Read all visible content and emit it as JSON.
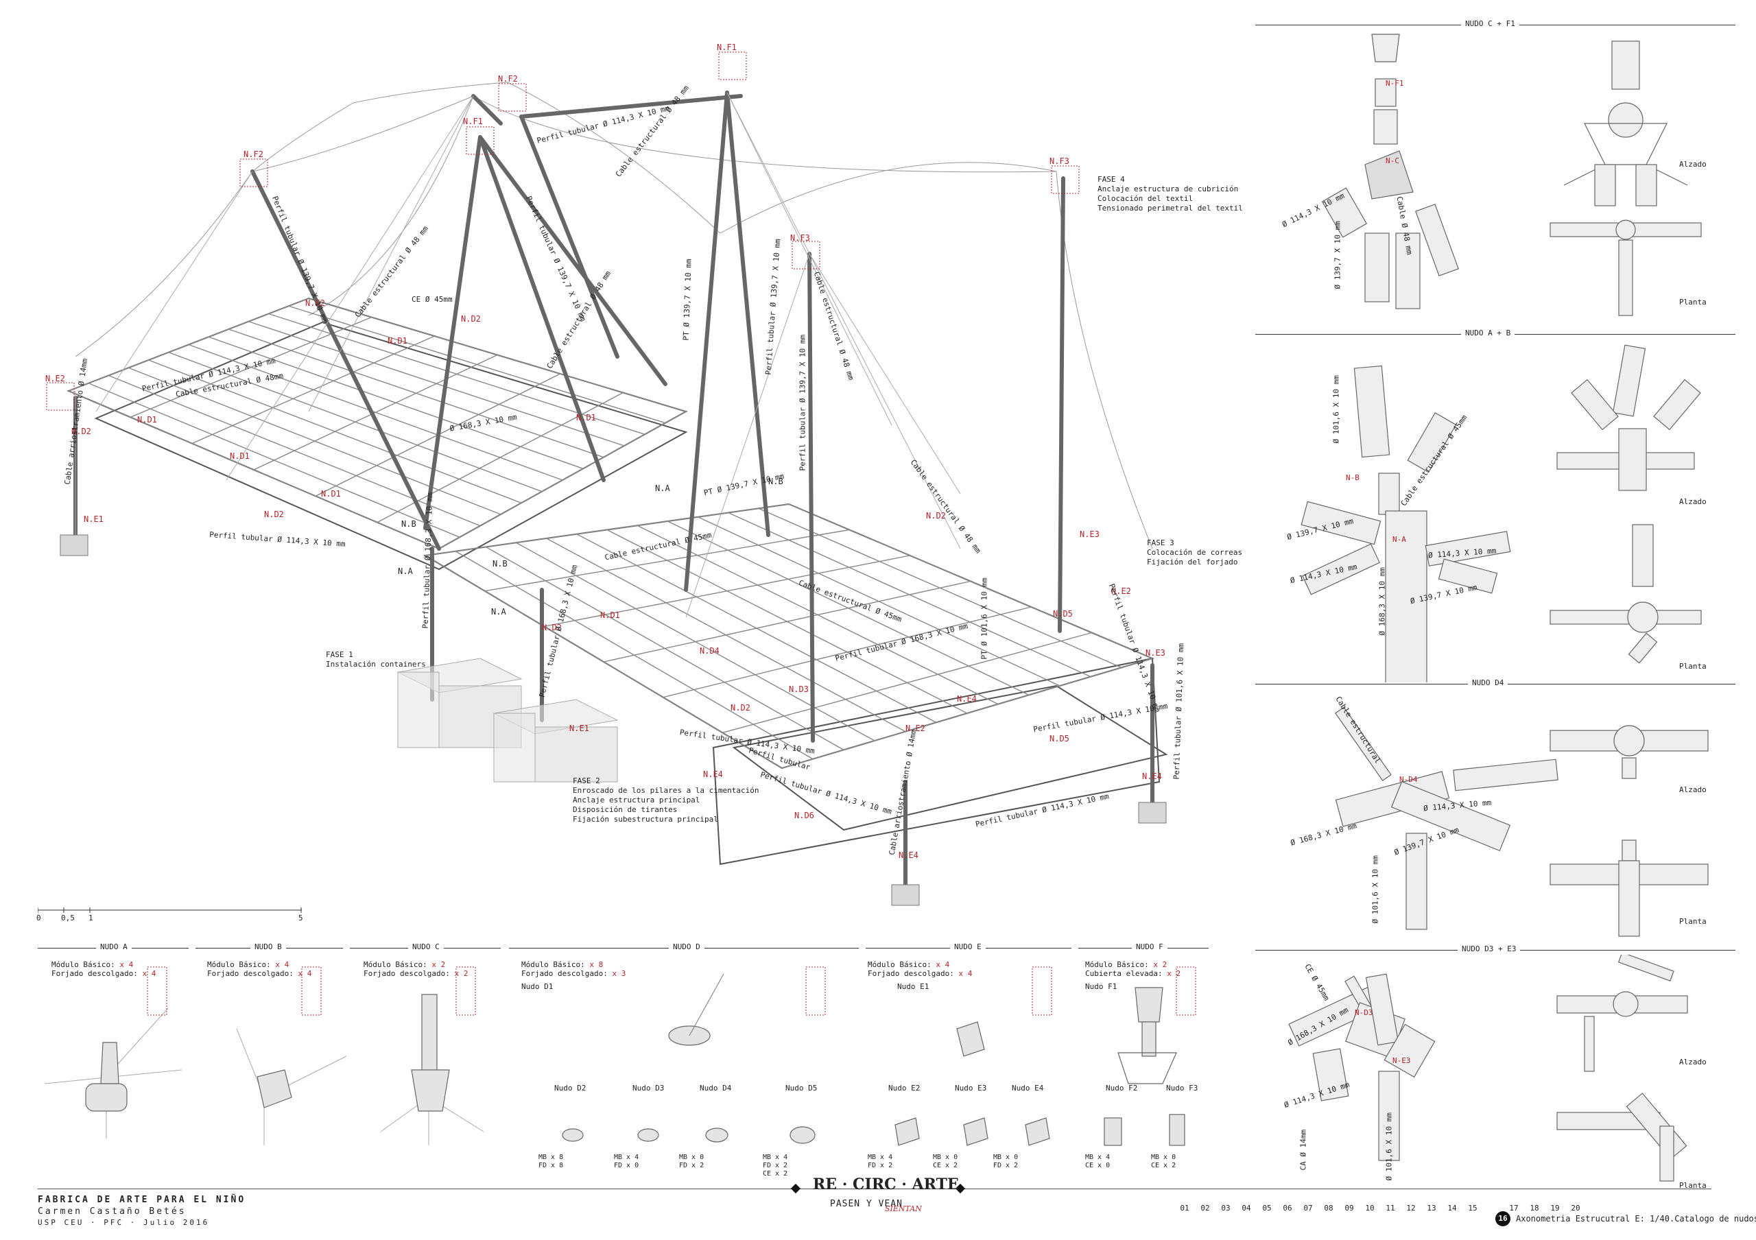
{
  "axonometry": {
    "nodes": [
      "N.F2",
      "N.F1",
      "N.F2",
      "N.F1",
      "N.F3",
      "N.F3",
      "N.E2",
      "N.E2",
      "N.D1",
      "N.D2",
      "N.D1",
      "N.D1",
      "N.D1",
      "N.D1",
      "N.D2",
      "N.D2",
      "N.E1",
      "N.B",
      "N.B",
      "N.A",
      "N.A",
      "N.A",
      "N.B",
      "N.D2",
      "N.D1",
      "N.D4",
      "N.D3",
      "N.D2",
      "N.E1",
      "N.E4",
      "N.D6",
      "N.E3",
      "N.E2",
      "N.D5",
      "N.E4",
      "N.E4",
      "N.D2",
      "N.E2",
      "N.E4",
      "N.D5",
      "N.E3"
    ],
    "dims": [
      "Perfil tubular Ø 114,3 X 10 mm",
      "Perfil tubular Ø 139,7 X 10 mm",
      "Cable estructural Ø 48 mm",
      "Perfil tubular Ø 139,7 X 10 mm",
      "Cable estructural Ø 48 mm",
      "PT Ø 139,7 X 10 mm",
      "Perfil tubular Ø 139,7 X 10 mm",
      "Cable estructural Ø 48 mm",
      "CE Ø 45mm",
      "Cable estructural Ø 48 mm",
      "Perfil tubular Ø 139,7 X 10 mm",
      "Perfil tubular Ø 114,3 X 10 mm",
      "Cable estructural Ø 48mm",
      "Perfil tubular Ø 168,3 X 10 mm",
      "Perfil tubular Ø 114,3 X 10 mm",
      "Ø 168,3 X 10 mm",
      "PT Ø 139,7 X 10 mm",
      "Perfil tubular Ø 168,3 X 10 mm",
      "Cable estructural Ø 45mm",
      "Cable estructural Ø 48 mm",
      "Perfil tubular Ø 168,3 X 10 mm",
      "PT Ø 101,6 X 10 mm",
      "Perfil tubular Ø 114,3 X 10 mm",
      "Perfil tubular Ø 114,3 X 10 mm",
      "Cable estructural Ø 45mm",
      "Perfil tubular Ø 114,3 X 10 mm",
      "Perfil tubular Ø 101,6 X 10 mm",
      "Cable arriostramiento Ø 14mm",
      "Perfil tubular Ø 114,3 X 10 mm",
      "Cable arriostramiento Ø 14mm",
      "Perfil tubular Ø 114,3 X 10 mm",
      "Perfil tubular"
    ],
    "phase4": [
      "FASE 4",
      "Anclaje estructura de cubrición",
      "Colocación del textil",
      "Tensionado perimetral del textil"
    ],
    "phase3": [
      "FASE 3",
      "Colocación de correas",
      "Fijación del forjado"
    ],
    "phase1": [
      "FASE 1",
      "Instalación containers"
    ],
    "phase2": [
      "FASE 2",
      "Enroscado de los pilares a la cimentación",
      "Anclaje estructura principal",
      "Disposición de tirantes",
      "Fijación subestructura principal"
    ]
  },
  "scale_bar": {
    "ticks": [
      "0",
      "0,5",
      "1",
      "5"
    ]
  },
  "right_panels": [
    {
      "title": "NUDO C + F1",
      "views": [
        "Alzado",
        "Planta"
      ],
      "labels": [
        "Ø 114,3 X 10 mm",
        "Ø 139,7 X 10 mm",
        "Cable Ø 48 mm",
        "N-F1",
        "N-C"
      ]
    },
    {
      "title": "NUDO A + B",
      "views": [
        "Alzado",
        "Planta"
      ],
      "labels": [
        "Ø 101,6 X 10 mm",
        "Cable estructural Ø 45mm",
        "Ø 139,7 X 10 mm",
        "Ø 114,3 X 10 mm",
        "Ø 168,3 X 10 mm",
        "Ø 114,3 X 10 mm",
        "Ø 139,7 X 10 mm",
        "N-B",
        "N-A"
      ]
    },
    {
      "title": "NUDO D4",
      "views": [
        "Alzado",
        "Planta"
      ],
      "labels": [
        "Cable estructural",
        "Ø 114,3 X 10 mm",
        "Ø 168,3 X 10 mm",
        "Ø 139,7 X 10 mm",
        "Ø 101,6 X 10 mm",
        "N-D4"
      ]
    },
    {
      "title": "NUDO D3 + E3",
      "views": [
        "Alzado",
        "Planta"
      ],
      "labels": [
        "CE Ø 45mm",
        "Ø 168,3 X 10 mm",
        "Ø 114,3 X 10 mm",
        "CA Ø 14mm",
        "Ø 101,6 X 10 mm",
        "N-D3",
        "N-E3"
      ]
    }
  ],
  "bottom_catalog": [
    {
      "title": "NUDO A",
      "lines": [
        {
          "k": "Módulo Básico:",
          "v": "x 4"
        },
        {
          "k": "Forjado descolgado:",
          "v": "x 4"
        }
      ]
    },
    {
      "title": "NUDO B",
      "lines": [
        {
          "k": "Módulo Básico:",
          "v": "x 4"
        },
        {
          "k": "Forjado descolgado:",
          "v": "x 4"
        }
      ]
    },
    {
      "title": "NUDO C",
      "lines": [
        {
          "k": "Módulo Básico:",
          "v": "x 2"
        },
        {
          "k": "Forjado descolgado:",
          "v": "x 2"
        }
      ]
    },
    {
      "title": "NUDO D",
      "lines": [
        {
          "k": "Módulo Básico:",
          "v": "x 8"
        },
        {
          "k": "Forjado descolgado:",
          "v": "x 3"
        }
      ],
      "sub": "Nudo D1",
      "subnodes": [
        {
          "name": "Nudo D2",
          "counts": [
            "MB x 8",
            "FD x 8"
          ]
        },
        {
          "name": "Nudo D3",
          "counts": [
            "MB x 4",
            "FD x 0"
          ]
        },
        {
          "name": "Nudo D4",
          "counts": [
            "MB x 0",
            "FD x 2"
          ]
        },
        {
          "name": "Nudo D5",
          "counts": [
            "MB x 4",
            "FD x 2",
            "CE x 2"
          ]
        }
      ]
    },
    {
      "title": "NUDO E",
      "lines": [
        {
          "k": "Módulo Básico:",
          "v": "x 4"
        },
        {
          "k": "Forjado descolgado:",
          "v": "x 4"
        }
      ],
      "sub": "Nudo E1",
      "subnodes": [
        {
          "name": "Nudo E2",
          "counts": [
            "MB x 4",
            "FD x 2"
          ]
        },
        {
          "name": "Nudo E3",
          "counts": [
            "MB x 0",
            "CE x 2"
          ]
        },
        {
          "name": "Nudo E4",
          "counts": [
            "MB x 0",
            "FD x 2"
          ]
        }
      ]
    },
    {
      "title": "NUDO F",
      "lines": [
        {
          "k": "Módulo Básico:",
          "v": "x 2"
        },
        {
          "k": "Cubierta elevada:",
          "v": "x 2"
        }
      ],
      "sub": "Nudo F1",
      "subnodes": [
        {
          "name": "Nudo F2",
          "counts": [
            "MB x 4",
            "CE x 0"
          ]
        },
        {
          "name": "Nudo F3",
          "counts": [
            "MB x 0",
            "CE x 2"
          ]
        }
      ]
    }
  ],
  "footer": {
    "title1": "FABRICA DE ARTE PARA EL NIÑO",
    "title2": "Carmen Castaño Betés",
    "title3": "USP CEU · PFC · Julio 2016",
    "brand": "RE · CIRC · ARTE",
    "slogan": "PASEN Y VEAN",
    "slogan_hand": "SIENTAN",
    "pages": [
      "01",
      "02",
      "03",
      "04",
      "05",
      "06",
      "07",
      "08",
      "09",
      "10",
      "11",
      "12",
      "13",
      "14",
      "15",
      "16",
      "17",
      "18",
      "19",
      "20"
    ],
    "current_page": "16",
    "sheet_title": "Axonometria Estrucutral E: 1/40.Catalogo de nudos",
    "accent": "#b3242a"
  }
}
